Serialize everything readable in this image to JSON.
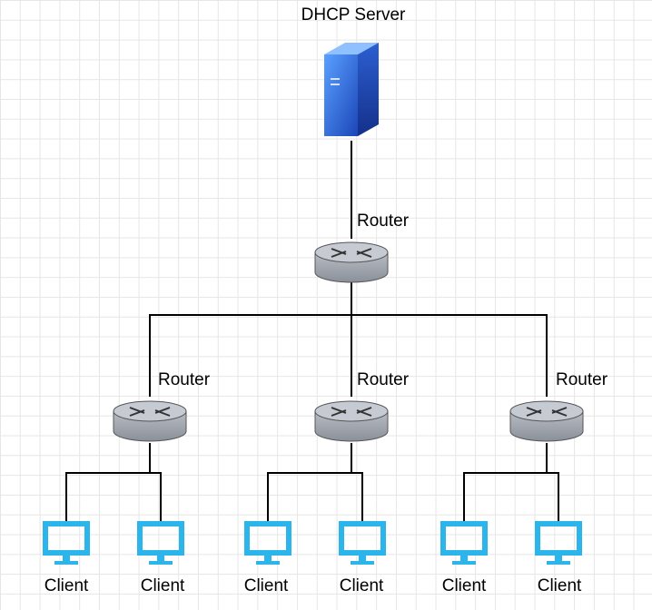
{
  "diagram": {
    "server": {
      "label": "DHCP Server",
      "icon": "server-icon"
    },
    "core_router": {
      "label": "Router",
      "icon": "router-icon"
    },
    "edge_routers": [
      {
        "label": "Router",
        "icon": "router-icon",
        "clients": [
          "Client",
          "Client"
        ]
      },
      {
        "label": "Router",
        "icon": "router-icon",
        "clients": [
          "Client",
          "Client"
        ]
      },
      {
        "label": "Router",
        "icon": "router-icon",
        "clients": [
          "Client",
          "Client"
        ]
      }
    ],
    "client_icon": "monitor-icon",
    "colors": {
      "server_front": "#2f6fe0",
      "server_side": "#1a3f9a",
      "router_body": "#9aa0aa",
      "router_top": "#c3c7cf",
      "client_monitor": "#2bb5ea",
      "link": "#000000"
    }
  }
}
